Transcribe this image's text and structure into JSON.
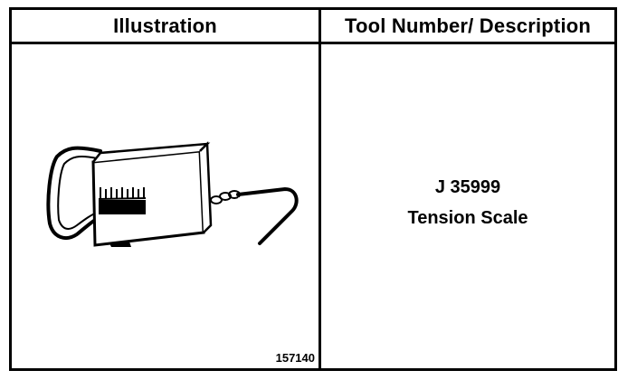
{
  "table": {
    "headers": {
      "illustration": "Illustration",
      "tool": "Tool Number/ Description"
    },
    "row": {
      "figure_number": "157140",
      "tool_number": "J 35999",
      "description": "Tension Scale"
    }
  },
  "illustration": {
    "subject": "tension-scale-drawing"
  }
}
